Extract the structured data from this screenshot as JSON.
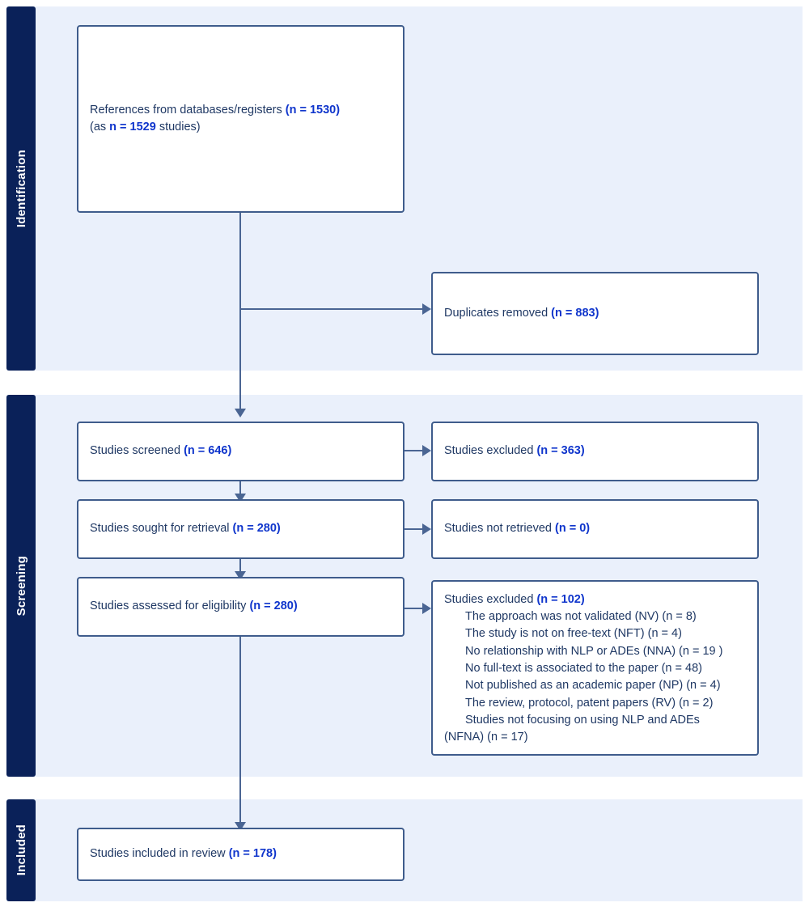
{
  "diagram": {
    "title": "PRISMA flow diagram",
    "colors": {
      "band_background": "#eaf0fb",
      "stage_tab": "#0a2159",
      "box_border": "#3f5c8c",
      "text": "#1f3864",
      "count_accent": "#0f35cc",
      "connector": "#4a6593"
    }
  },
  "stages": [
    {
      "id": "identification",
      "label": "Identification"
    },
    {
      "id": "screening",
      "label": "Screening"
    },
    {
      "id": "included",
      "label": "Included"
    }
  ],
  "boxes": {
    "references": {
      "line1_text": "References from databases/registers ",
      "line1_count": "(n = 1530)",
      "line2_prefix": "(as ",
      "line2_count": "n = 1529",
      "line2_suffix": " studies)"
    },
    "duplicates": {
      "text": "Duplicates removed ",
      "count": "(n = 883)"
    },
    "screened": {
      "text": "Studies screened ",
      "count": "(n = 646)"
    },
    "excluded_screened": {
      "text": "Studies excluded ",
      "count": "(n = 363)"
    },
    "sought": {
      "text": "Studies sought for retrieval ",
      "count": "(n = 280)"
    },
    "not_retrieved": {
      "text": "Studies not retrieved ",
      "count": "(n = 0)"
    },
    "eligibility": {
      "text": "Studies assessed for eligibility ",
      "count": "(n = 280)"
    },
    "excluded_eligibility": {
      "text": "Studies excluded ",
      "count": "(n = 102)",
      "reasons": [
        "The approach was not validated (NV) (n = 8)",
        "The study is not on free-text (NFT) (n = 4)",
        "No relationship with NLP or ADEs (NNA) (n = 19 )",
        "No full-text is associated to the paper  (n = 48)",
        "Not published as an academic paper (NP) (n = 4)",
        "The review, protocol, patent papers (RV) (n = 2)",
        "Studies not focusing on using NLP and ADEs",
        "(NFNA) (n = 17)"
      ]
    },
    "included": {
      "text": "Studies included in review ",
      "count": "(n = 178)"
    }
  }
}
